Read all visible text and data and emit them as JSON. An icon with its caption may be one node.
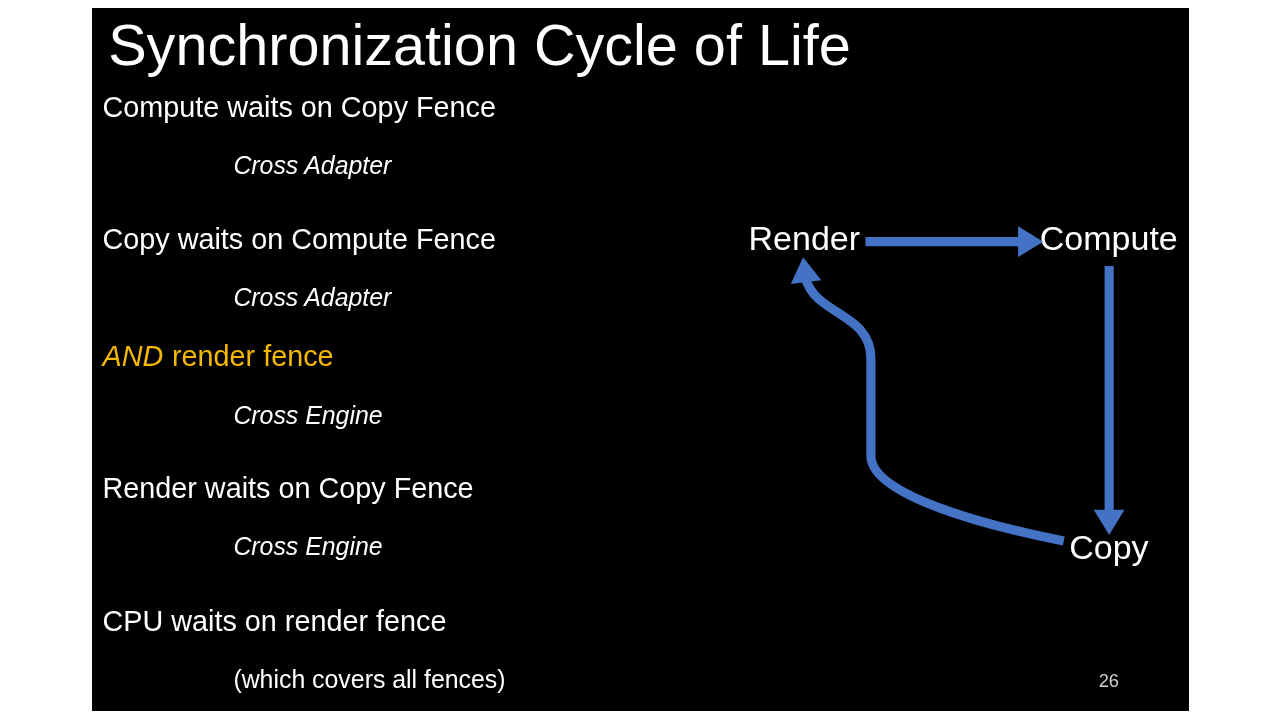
{
  "diagram": {
    "title": "Synchronization Cycle of Life",
    "nodes": [
      {
        "text": [
          "Compute"
        ]
      },
      {
        "text": [
          "Render"
        ]
      },
      {
        "text": [
          "Copy"
        ]
      }
    ],
    "edges": [
      {
        "from": 1,
        "to": 0,
        "arrow": "to"
      },
      {
        "from": 0,
        "to": 2,
        "arrow": "to"
      },
      {
        "from": 2,
        "to": 1,
        "arrow": "to"
      }
    ],
    "labels": [
      "Compute waits on Copy Fence",
      "Cross Adapter",
      "Copy waits on Compute Fence",
      "Cross Adapter",
      "*AND* render fence",
      "Cross Engine",
      "Render waits on Copy Fence",
      "Cross Engine",
      "CPU waits on render fence",
      "(which covers all fences)",
      "26"
    ]
  }
}
